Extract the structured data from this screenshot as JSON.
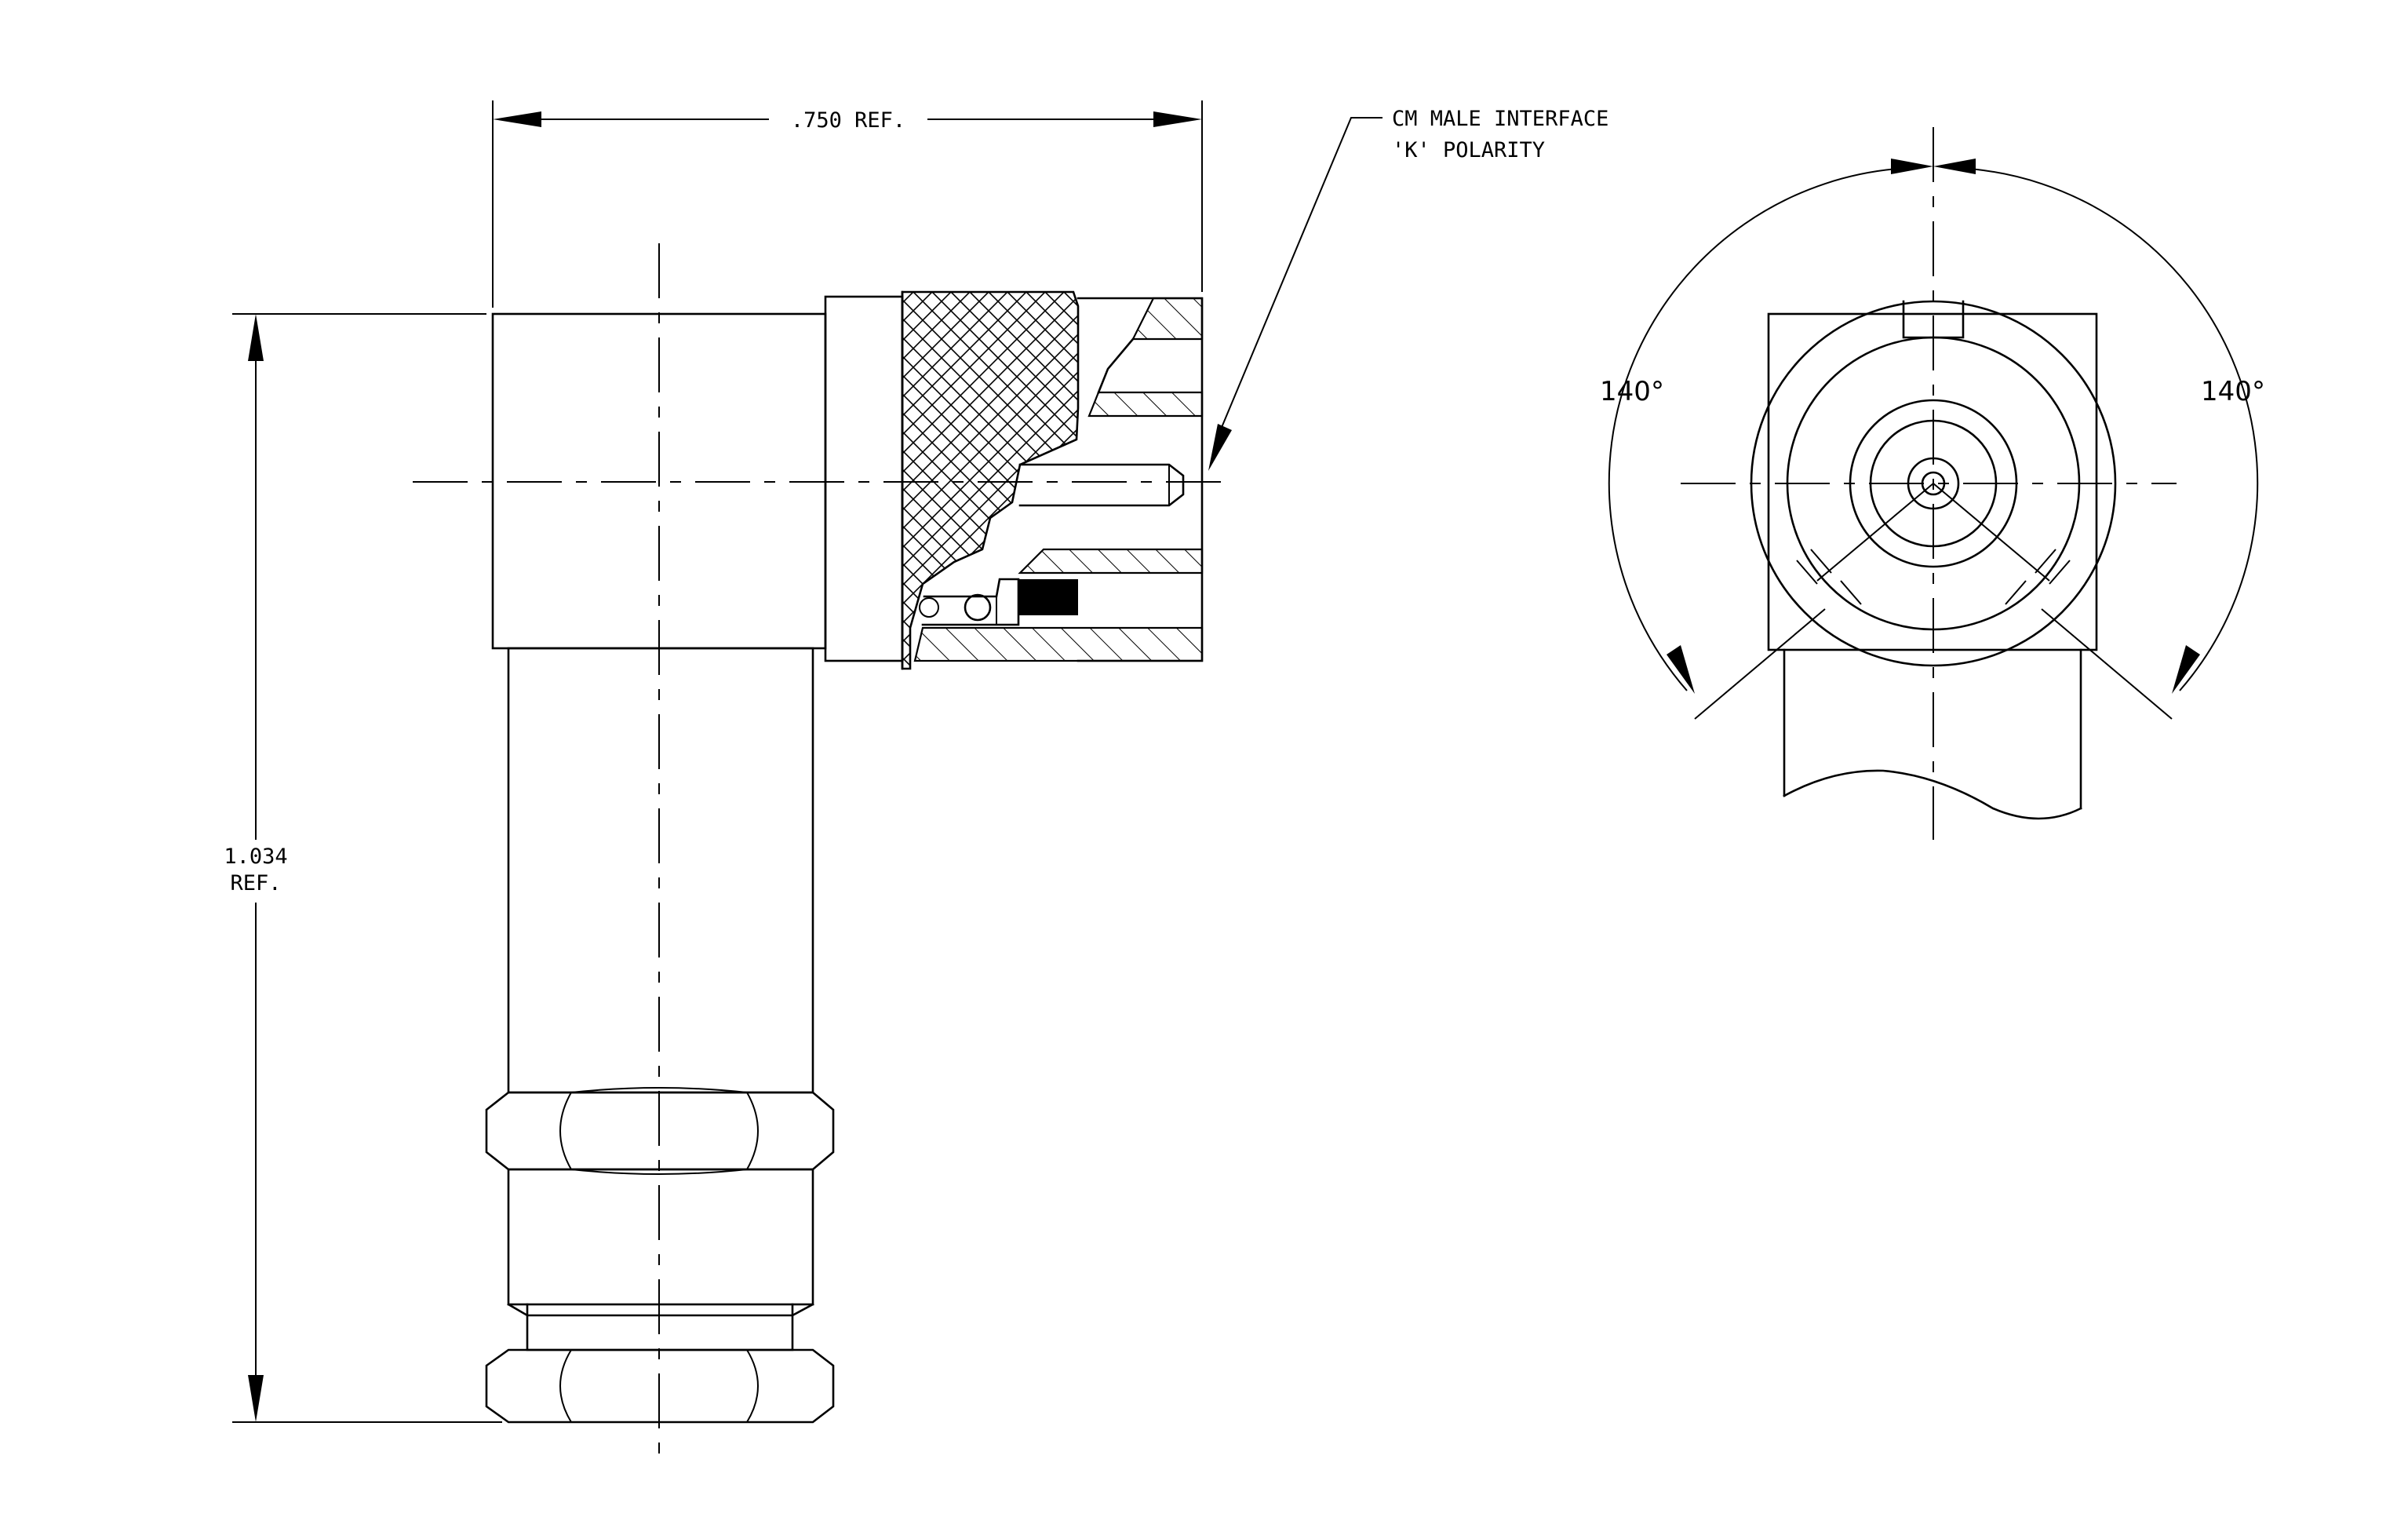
{
  "dimensions": {
    "width_label": ".750 REF.",
    "height_label_1": "1.034",
    "height_label_2": "REF."
  },
  "callout": {
    "line1": "CM MALE INTERFACE",
    "line2": "'K' POLARITY"
  },
  "angles": {
    "left": "140°",
    "right": "140°"
  }
}
